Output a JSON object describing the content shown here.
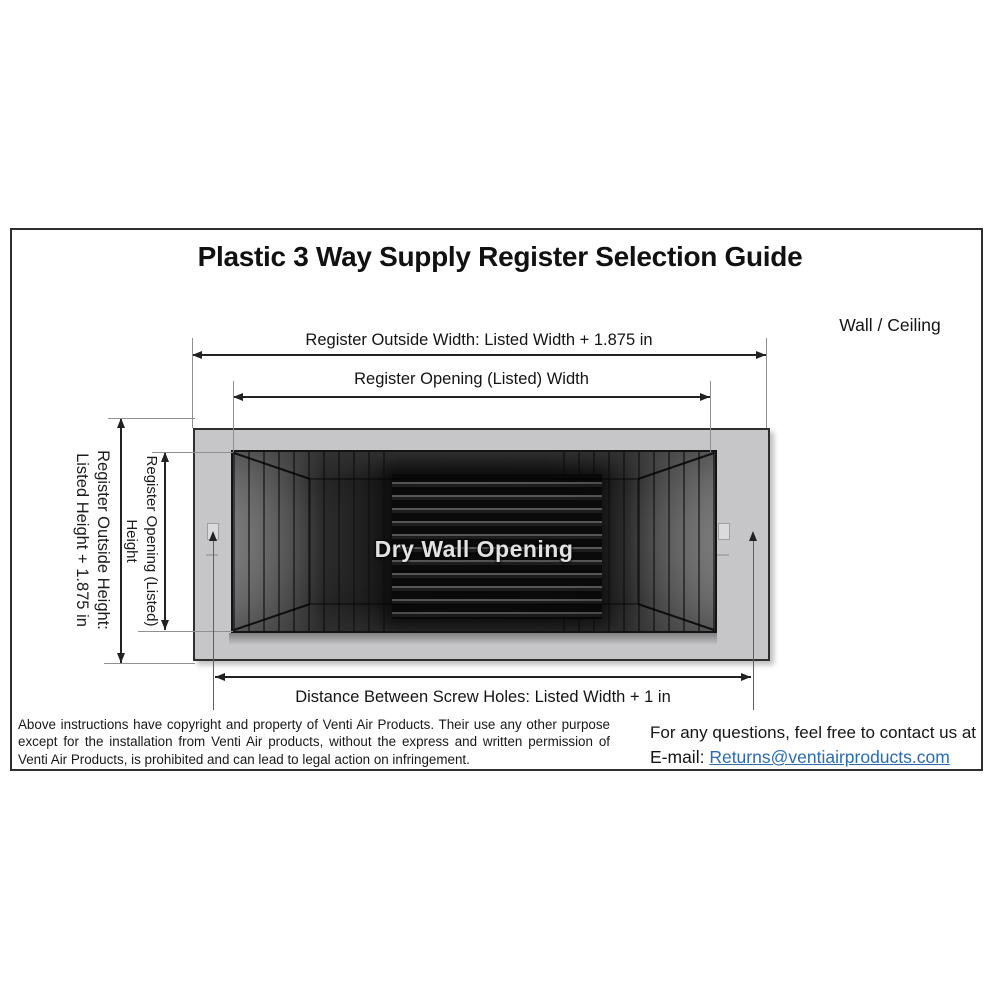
{
  "title": "Plastic 3 Way Supply Register Selection Guide",
  "wall_ceiling_label": "Wall / Ceiling",
  "dimensions": {
    "outside_width": "Register Outside Width: Listed Width + 1.875 in",
    "opening_width": "Register Opening (Listed) Width",
    "outside_height_line1": "Register Outside Height:",
    "outside_height_line2": "Listed Height + 1.875 in",
    "opening_height_line1": "Register Opening (Listed)",
    "opening_height_line2": "Height",
    "screw_holes": "Distance Between Screw Holes: Listed Width + 1 in"
  },
  "register_graphic": {
    "label": "Dry Wall Opening"
  },
  "copyright": {
    "lines": [
      "Above instructions have copyright and property of Venti Air Products. Their use any other purpose",
      "except for the installation from Venti Air products, without the express and written permission of",
      "Venti Air Products, is prohibited and can lead to legal action on infringement."
    ]
  },
  "contact": {
    "line1": "For any questions, feel free to contact us at",
    "email_label": "E-mail:",
    "email_link": "Returns@ventiairproducts.com"
  },
  "colors": {
    "link_blue": "#2b6cb0",
    "frame_gray": "#c6c6c8",
    "dimension_line": "#222222",
    "extension_line": "#8f8f8f"
  }
}
